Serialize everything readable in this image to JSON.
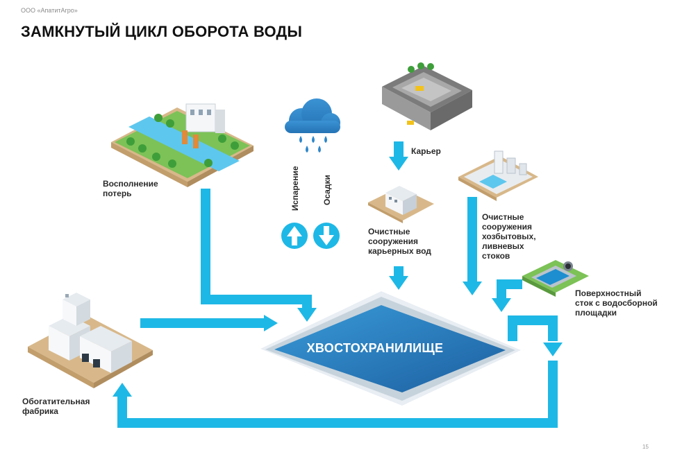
{
  "header": {
    "company": "ООО «АпатитАгро»",
    "title": "ЗАМКНУТЫЙ ЦИКЛ ОБОРОТА ВОДЫ"
  },
  "labels": {
    "makeup": "Восполнение\nпотерь",
    "evaporation": "Испарение",
    "precipitation": "Осадки",
    "quarry": "Карьер",
    "quarry_treatment": "Очистные\nсооружения\nкарьерных вод",
    "domestic_treatment": "Очистные\nсооружения\nхозбытовых,\nливневых\nстоков",
    "surface_runoff": "Поверхностный\nсток с водосборной\nплощадки",
    "tailings": "ХВОСТОХРАНИЛИЩЕ",
    "plant": "Обогатительная\nфабрика"
  },
  "colors": {
    "arrow": "#1eb8e6",
    "pond_dark": "#1c5fa0",
    "pond_light": "#3a9bd8",
    "cloud": "#2f86c9",
    "ground": "#d8b88a",
    "grass": "#5fb84b"
  },
  "footer": {
    "page": "15"
  }
}
